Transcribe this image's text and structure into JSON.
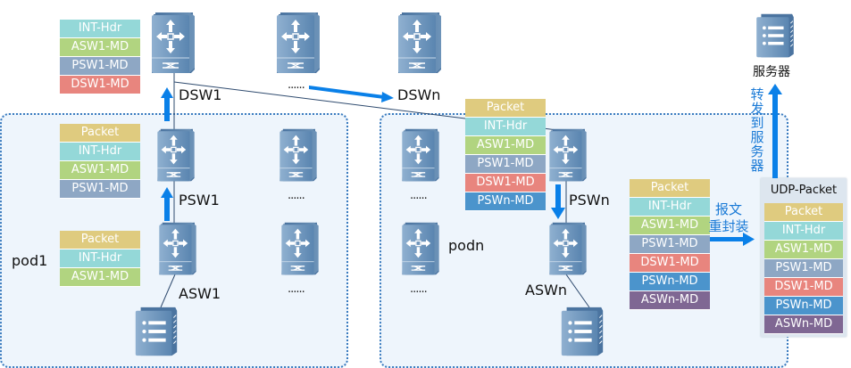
{
  "colors": {
    "arrow": "#0a80e8",
    "packet": "#dfcb7f",
    "int_hdr": "#94d8d8",
    "asw1_md": "#b1d480",
    "psw1_md": "#8ea7c4",
    "dsw1_md": "#e8857e",
    "pswn_md": "#4b94cc",
    "aswn_md": "#7f6793",
    "pod_border": "#3a7bbf",
    "pod_fill": "#eef5fc"
  },
  "nodes": {
    "dsw1": "DSW1",
    "dswn": "DSWn",
    "psw1": "PSW1",
    "pswn": "PSWn",
    "asw1": "ASW1",
    "aswn": "ASWn",
    "server": "服务器"
  },
  "pods": {
    "pod1": "pod1",
    "podn": "podn"
  },
  "ellipsis": "......",
  "stacks": {
    "at_dsw1": [
      "INT-Hdr",
      "ASW1-MD",
      "PSW1-MD",
      "DSW1-MD"
    ],
    "at_psw1": [
      "Packet",
      "INT-Hdr",
      "ASW1-MD",
      "PSW1-MD"
    ],
    "at_asw1": [
      "Packet",
      "INT-Hdr",
      "ASW1-MD"
    ],
    "at_pswn": [
      "Packet",
      "INT-Hdr",
      "ASW1-MD",
      "PSW1-MD",
      "DSW1-MD",
      "PSWn-MD"
    ],
    "at_aswn": [
      "Packet",
      "INT-Hdr",
      "ASW1-MD",
      "PSW1-MD",
      "DSW1-MD",
      "PSWn-MD",
      "ASWn-MD"
    ],
    "udp": [
      "Packet",
      "INT-Hdr",
      "ASW1-MD",
      "PSW1-MD",
      "DSW1-MD",
      "PSWn-MD",
      "ASWn-MD"
    ]
  },
  "udp_title": "UDP-Packet",
  "reencap_label": [
    "报文",
    "重封装"
  ],
  "forward_label": [
    "转",
    "发",
    "到",
    "服",
    "务",
    "器"
  ]
}
